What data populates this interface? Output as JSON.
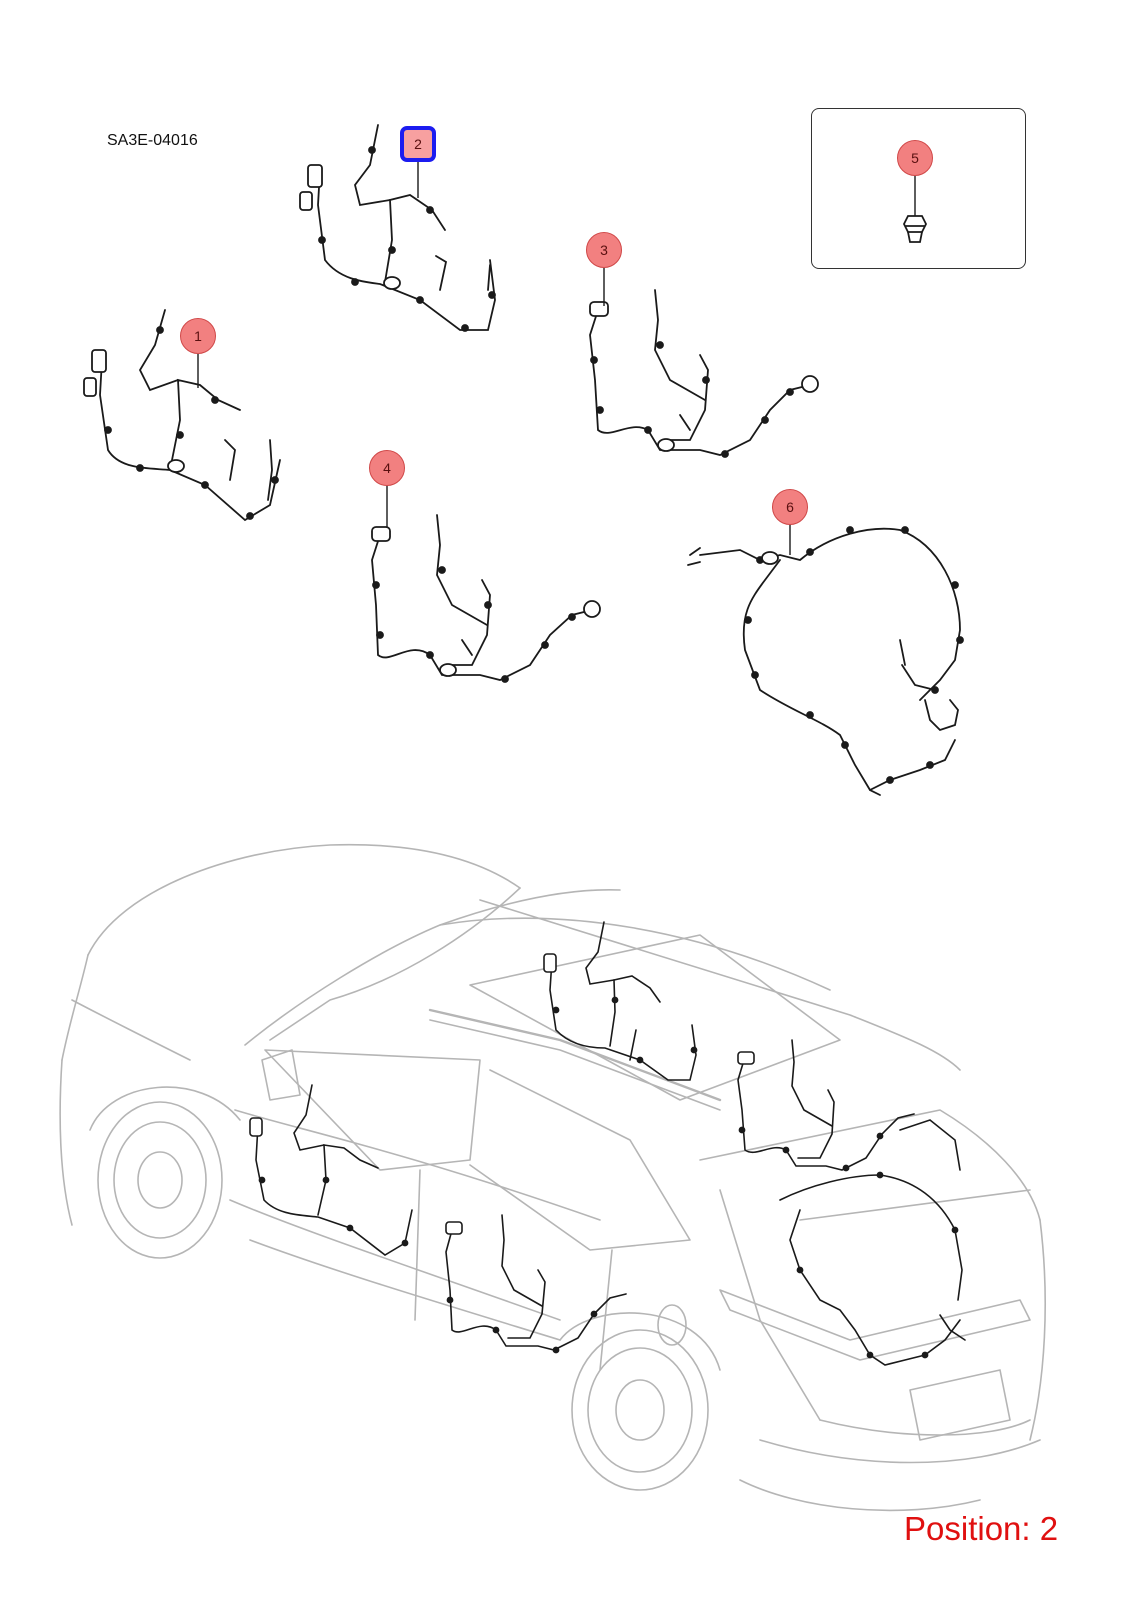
{
  "diagram_code": "SA3E-04016",
  "position_label": "Position: 2",
  "selected_position": "2",
  "callouts": [
    {
      "id": "1",
      "label": "1"
    },
    {
      "id": "2",
      "label": "2"
    },
    {
      "id": "3",
      "label": "3"
    },
    {
      "id": "4",
      "label": "4"
    },
    {
      "id": "5",
      "label": "5"
    },
    {
      "id": "6",
      "label": "6"
    }
  ],
  "colors": {
    "callout_fill": "#f28080",
    "selected_outline": "#1c1cf0",
    "position_text": "#e01010",
    "vehicle_outline": "#b5b5b5",
    "harness": "#1a1a1a"
  }
}
